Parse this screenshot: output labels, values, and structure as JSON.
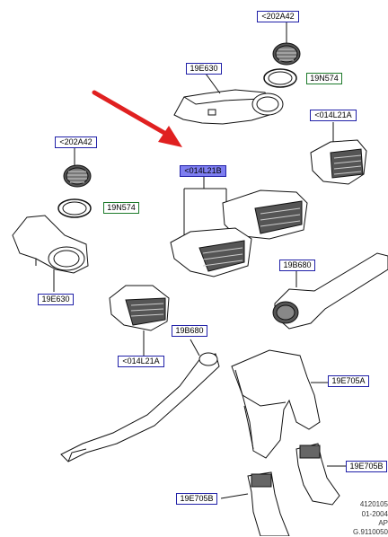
{
  "labels": {
    "grille_top": "<202A42",
    "gasket_top": "19N574",
    "duct_top": "19E630",
    "vent_right": "<014L21A",
    "vents_center": "<014L21B",
    "grille_left": "<202A42",
    "gasket_left": "19N574",
    "duct_left": "19E630",
    "duct_long_right": "19B680",
    "duct_long_left": "19B680",
    "vent_left": "<014L21A",
    "duct_branch": "19E705A",
    "duct_short_right": "19E705B",
    "duct_short_left": "19E705B"
  },
  "reference": {
    "line1": "4120105",
    "line2": "01-2004",
    "line3": "AP",
    "line4": "G.9110050"
  },
  "colors": {
    "label_border": "#2020a8",
    "gasket_label_border": "#1d7a2a",
    "highlight_fill": "#7e7ef0",
    "arrow": "#e02020"
  }
}
